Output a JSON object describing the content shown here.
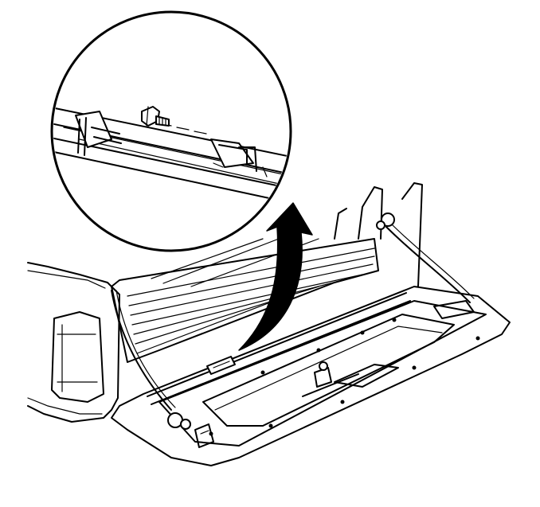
{
  "figure": {
    "description_visible_text": "",
    "colors": {
      "line": "#000000",
      "background": "#ffffff"
    },
    "parts": [
      "tailgate",
      "truck-bed",
      "tail-lamp",
      "support-cable-left",
      "support-cable-right",
      "detail-magnifier",
      "hinge-bolt",
      "direction-arrow"
    ]
  }
}
